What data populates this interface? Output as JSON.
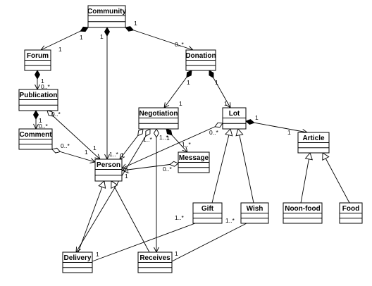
{
  "diagram": {
    "classes": [
      {
        "id": "community",
        "name": "Community"
      },
      {
        "id": "forum",
        "name": "Forum"
      },
      {
        "id": "donation",
        "name": "Donation"
      },
      {
        "id": "publication",
        "name": "Publication"
      },
      {
        "id": "negotiation",
        "name": "Negotiation"
      },
      {
        "id": "lot",
        "name": "Lot"
      },
      {
        "id": "comment",
        "name": "Comment"
      },
      {
        "id": "article",
        "name": "Article"
      },
      {
        "id": "message",
        "name": "Message"
      },
      {
        "id": "person",
        "name": "Person"
      },
      {
        "id": "gift",
        "name": "Gift"
      },
      {
        "id": "wish",
        "name": "Wish"
      },
      {
        "id": "noonfood",
        "name": "Noon-food"
      },
      {
        "id": "food",
        "name": "Food"
      },
      {
        "id": "delivery",
        "name": "Delivery"
      },
      {
        "id": "receives",
        "name": "Receives"
      }
    ],
    "relations": [
      {
        "id": "community-forum",
        "from": "community",
        "to": "forum",
        "kind": "composition",
        "from_mult": "1",
        "to_mult": "1"
      },
      {
        "id": "community-person",
        "from": "community",
        "to": "person",
        "kind": "composition",
        "from_mult": "1",
        "to_mult": "1..*"
      },
      {
        "id": "community-donation",
        "from": "community",
        "to": "donation",
        "kind": "composition",
        "from_mult": "1",
        "to_mult": "0..*"
      },
      {
        "id": "forum-publication",
        "from": "forum",
        "to": "publication",
        "kind": "composition",
        "from_mult": "1",
        "to_mult": "0..*"
      },
      {
        "id": "publication-comment",
        "from": "publication",
        "to": "comment",
        "kind": "composition",
        "from_mult": "1",
        "to_mult": "0..*"
      },
      {
        "id": "publication-person",
        "from": "publication",
        "to": "person",
        "kind": "aggregation",
        "from_mult": "0..*",
        "to_mult": "1"
      },
      {
        "id": "comment-person",
        "from": "comment",
        "to": "person",
        "kind": "aggregation",
        "from_mult": "0..*",
        "to_mult": "1"
      },
      {
        "id": "donation-negotiation",
        "from": "donation",
        "to": "negotiation",
        "kind": "composition",
        "from_mult": "1",
        "to_mult": "1"
      },
      {
        "id": "donation-lot",
        "from": "donation",
        "to": "lot",
        "kind": "composition",
        "from_mult": "1",
        "to_mult": "1"
      },
      {
        "id": "negotiation-message",
        "from": "negotiation",
        "to": "message",
        "kind": "composition",
        "from_mult": "1",
        "to_mult": "1..*"
      },
      {
        "id": "negotiation-person",
        "from": "negotiation",
        "to": "person",
        "kind": "aggregation",
        "from_mult": "1..*",
        "to_mult": "1"
      },
      {
        "id": "negotiation-delivery",
        "from": "negotiation",
        "to": "delivery",
        "kind": "aggregation",
        "from_mult": "",
        "to_mult": ""
      },
      {
        "id": "negotiation-receives",
        "from": "negotiation",
        "to": "receives",
        "kind": "aggregation",
        "from_mult": "1..*",
        "to_mult": ""
      },
      {
        "id": "lot-article",
        "from": "lot",
        "to": "article",
        "kind": "composition",
        "from_mult": "1",
        "to_mult": "1"
      },
      {
        "id": "lot-person",
        "from": "lot",
        "to": "person",
        "kind": "aggregation",
        "from_mult": "0..*",
        "to_mult": "1"
      },
      {
        "id": "message-person",
        "from": "message",
        "to": "person",
        "kind": "aggregation",
        "from_mult": "0..*",
        "to_mult": "1"
      },
      {
        "id": "gift-lot",
        "from": "gift",
        "to": "lot",
        "kind": "generalization"
      },
      {
        "id": "wish-lot",
        "from": "wish",
        "to": "lot",
        "kind": "generalization"
      },
      {
        "id": "noonfood-article",
        "from": "noonfood",
        "to": "article",
        "kind": "generalization"
      },
      {
        "id": "food-article",
        "from": "food",
        "to": "article",
        "kind": "generalization"
      },
      {
        "id": "delivery-person",
        "from": "delivery",
        "to": "person",
        "kind": "generalization"
      },
      {
        "id": "receives-person",
        "from": "receives",
        "to": "person",
        "kind": "generalization"
      },
      {
        "id": "gift-delivery",
        "from": "gift",
        "to": "delivery",
        "kind": "association",
        "from_mult": "1..*",
        "to_mult": "1"
      },
      {
        "id": "wish-receives",
        "from": "wish",
        "to": "receives",
        "kind": "association",
        "from_mult": "1..*",
        "to_mult": "1"
      }
    ]
  }
}
